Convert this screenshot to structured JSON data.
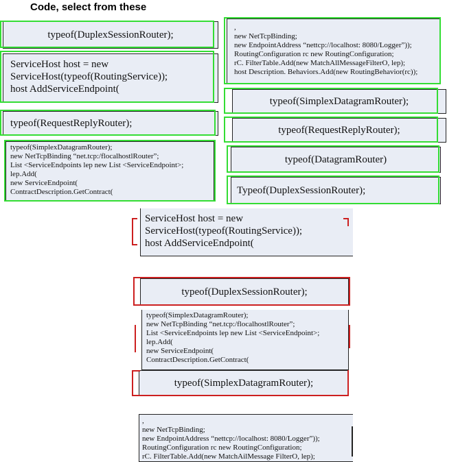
{
  "heading": "Code, select from these",
  "options": {
    "duplex_left": "typeof(DuplexSessionRouter);",
    "servicehost_left": [
      "ServiceHost host = new",
      "ServiceHost(typeof(RoutingService));",
      "host AddServiceEndpoint("
    ],
    "requestreply_left": "typeof(RequestReplyRouter);",
    "simplex_block_left": [
      "typeof(SimplexDatagramRouter);",
      "new NetTcpBinding “net.tcp:/flocalhostlRouter”;",
      "List <ServiceEndpoints lep new List <ServiceEndpoint>;",
      "lep.Add(",
      "new ServiceEndpoint(",
      "ContractDescription.GetContract("
    ],
    "nettcp_right": [
      ",",
      "new NetTcpBinding;",
      "new EndpointAddress “nettcp://localhost: 8080/Logger”));",
      "RoutingConfiguration rc new RoutingConfiguration;",
      "rC. FilterTable.Add(new MatchAllMessageFilterO, lep);",
      " host Description. Behaviors.Add(new RoutingBehavior(rc));"
    ],
    "simplex_right": "typeof(SimplexDatagramRouter);",
    "requestreply_right": "typeof(RequestReplyRouter);",
    "datagram_right": "typeof(DatagramRouter)",
    "duplex_right": "Typeof(DuplexSessionRouter);"
  },
  "answer": {
    "servicehost": [
      "ServiceHost host = new",
      "ServiceHost(typeof(RoutingService));",
      "host AddServiceEndpoint("
    ],
    "duplex": "typeof(DuplexSessionRouter);",
    "simplex_block": [
      "typeof(SimplexDatagramRouter);",
      "new NetTcpBinding “net.tcp:/flocalhostlRouter”;",
      "List <ServiceEndpoints lep new List <ServiceEndpoint>;",
      "lep.Add(",
      "new ServiceEndpoint(",
      "ContractDescription.GetContract("
    ],
    "simplex": "typeof(SimplexDatagramRouter);",
    "nettcp": [
      ",",
      "new NetTcpBinding;",
      "new EndpointAddress “nettcp://localhost: 8080/Logger”));",
      "RoutingConfiguration rc new RoutingConfiguration;",
      "rC. FilterTable.Add(new MatchAilMessage FilterO, lep);"
    ]
  }
}
